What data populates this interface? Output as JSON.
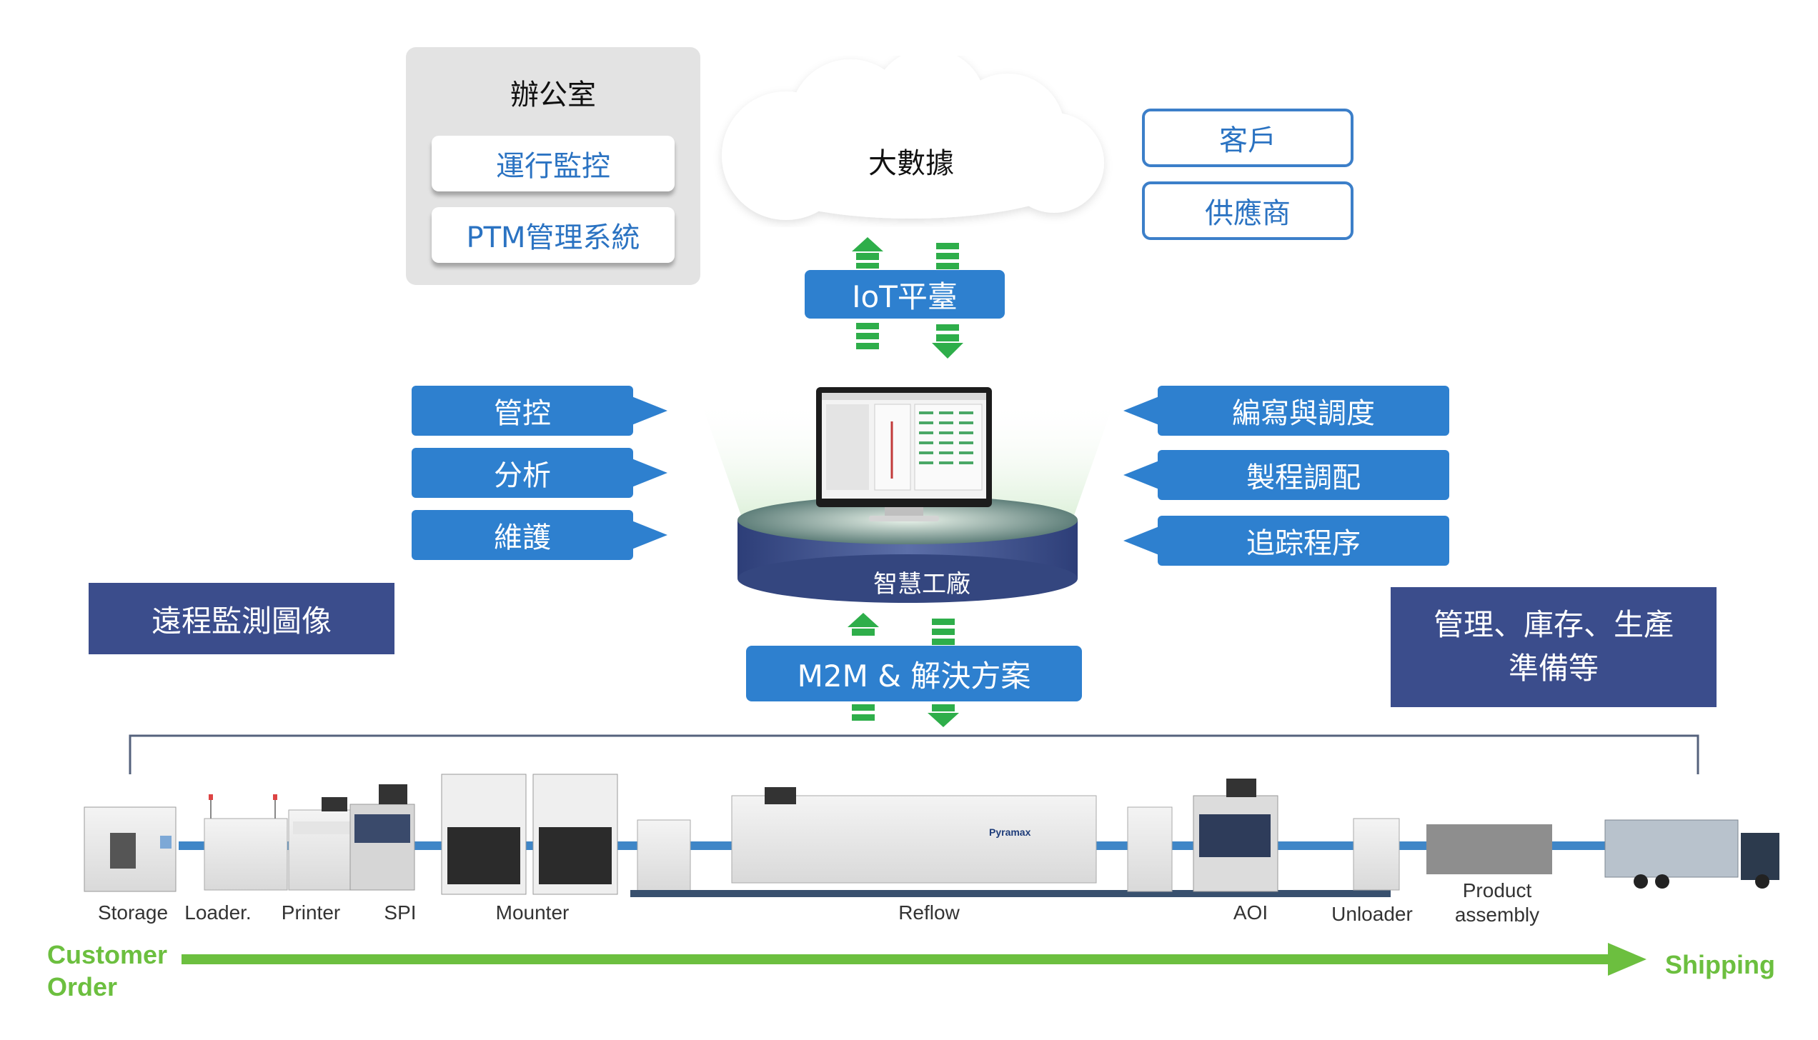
{
  "office": {
    "title": "辦公室",
    "items": [
      "運行監控",
      "PTM管理系統"
    ]
  },
  "cloud": {
    "label": "大數據"
  },
  "partners": [
    "客戶",
    "供應商"
  ],
  "iot_label": "IoT平臺",
  "m2m_label": "M2M & 解決方案",
  "factory_label": "智慧工廠",
  "left_callouts": [
    "管控",
    "分析",
    "維護"
  ],
  "right_callouts": [
    "編寫與調度",
    "製程調配",
    "追踪程序"
  ],
  "remote_monitor": "遠程監測圖像",
  "management": {
    "line1": "管理、庫存、生產",
    "line2": "準備等"
  },
  "machines": [
    {
      "id": "storage",
      "label": "Storage"
    },
    {
      "id": "loader",
      "label": "Loader."
    },
    {
      "id": "printer",
      "label": "Printer"
    },
    {
      "id": "spi",
      "label": "SPI"
    },
    {
      "id": "mounter",
      "label": "Mounter"
    },
    {
      "id": "reflow",
      "label": "Reflow"
    },
    {
      "id": "aoi",
      "label": "AOI"
    },
    {
      "id": "unloader",
      "label": "Unloader"
    },
    {
      "id": "product-assembly",
      "label": "Product assembly"
    }
  ],
  "flow": {
    "start": "Customer Order",
    "end": "Shipping"
  },
  "reflow_brand": "Pyramax",
  "colors": {
    "accent_blue": "#2e80cf",
    "navy": "#3b4d8c",
    "green_arrow": "#2eae4a",
    "flow_green": "#6cbf3f"
  }
}
